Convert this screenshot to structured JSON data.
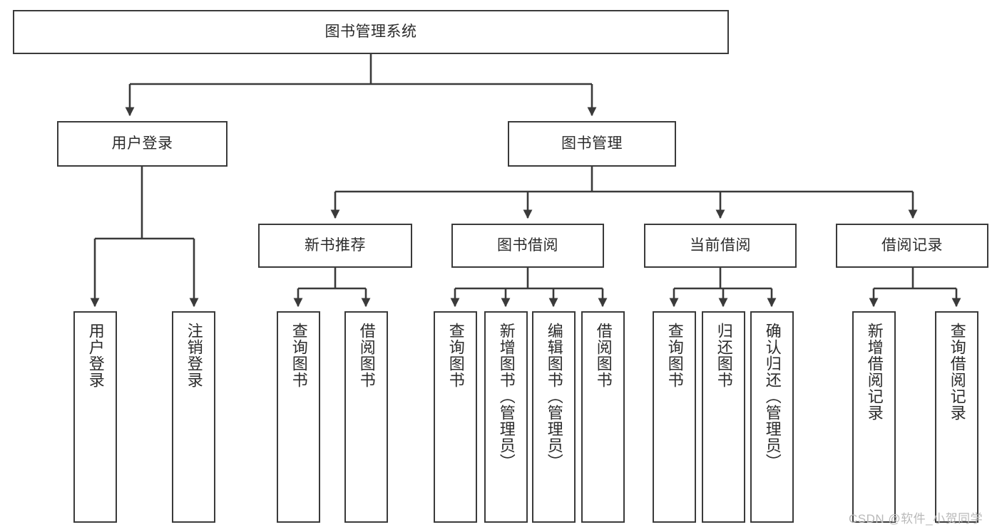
{
  "diagram": {
    "title": "图书管理系统",
    "type": "tree-hierarchy",
    "orientation": "top-down",
    "style": {
      "box_border_color": "#3a3a3a",
      "box_fill_color": "#ffffff",
      "edge_color": "#3a3a3a",
      "text_color": "#2b2b2b",
      "background": "#ffffff"
    }
  },
  "nodes": {
    "root": {
      "label": "图书管理系统"
    },
    "level1": [
      {
        "id": "user-login",
        "label": "用户登录"
      },
      {
        "id": "book-manage",
        "label": "图书管理"
      }
    ],
    "level2": [
      {
        "id": "new-book-recommend",
        "label": "新书推荐"
      },
      {
        "id": "book-borrow",
        "label": "图书借阅"
      },
      {
        "id": "current-borrow",
        "label": "当前借阅"
      },
      {
        "id": "borrow-record",
        "label": "借阅记录"
      }
    ],
    "leaves": [
      {
        "id": "leaf-user-login",
        "parent": "user-login",
        "label": "用户登录"
      },
      {
        "id": "leaf-logout-login",
        "parent": "user-login",
        "label": "注销登录"
      },
      {
        "id": "leaf-query-book-1",
        "parent": "new-book-recommend",
        "label": "查询图书"
      },
      {
        "id": "leaf-borrow-book-1",
        "parent": "new-book-recommend",
        "label": "借阅图书"
      },
      {
        "id": "leaf-query-book-2",
        "parent": "book-borrow",
        "label": "查询图书"
      },
      {
        "id": "leaf-add-book",
        "parent": "book-borrow",
        "label": "新增图书（管理员）"
      },
      {
        "id": "leaf-edit-book",
        "parent": "book-borrow",
        "label": "编辑图书（管理员）"
      },
      {
        "id": "leaf-borrow-book-2",
        "parent": "book-borrow",
        "label": "借阅图书"
      },
      {
        "id": "leaf-query-book-3",
        "parent": "current-borrow",
        "label": "查询图书"
      },
      {
        "id": "leaf-return-book",
        "parent": "current-borrow",
        "label": "归还图书"
      },
      {
        "id": "leaf-confirm-return",
        "parent": "current-borrow",
        "label": "确认归还（管理员）"
      },
      {
        "id": "leaf-add-record",
        "parent": "borrow-record",
        "label": "新增借阅记录"
      },
      {
        "id": "leaf-query-record",
        "parent": "borrow-record",
        "label": "查询借阅记录"
      }
    ]
  },
  "watermark": {
    "text": "CSDN @软件_小贺同学"
  }
}
